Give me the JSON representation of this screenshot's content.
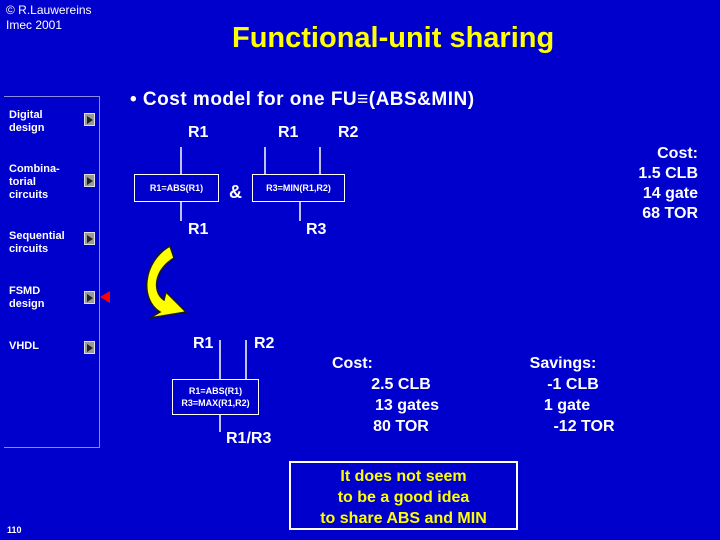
{
  "header": {
    "copyright_line1": "© R.Lauwereins",
    "copyright_line2": "Imec 2001",
    "title": "Functional-unit sharing"
  },
  "sidebar": {
    "items": [
      {
        "label_lines": [
          "Digital",
          "design"
        ]
      },
      {
        "label_lines": [
          "Combina-",
          "torial",
          "circuits"
        ]
      },
      {
        "label_lines": [
          "Sequential",
          "circuits"
        ]
      },
      {
        "label_lines": [
          "FSMD",
          "design"
        ]
      },
      {
        "label_lines": [
          "VHDL"
        ]
      }
    ]
  },
  "main": {
    "bullet": "• Cost model for one FU≡(ABS&MIN)",
    "before": {
      "in1": "R1",
      "in2": "R1",
      "in3": "R2",
      "box1": "R1=ABS(R1)",
      "amp": "&",
      "box2": "R3=MIN(R1,R2)",
      "out1": "R1",
      "out2": "R3",
      "cost_lines": [
        "Cost:",
        "1.5 CLB",
        "14 gate",
        "68 TOR"
      ]
    },
    "after": {
      "in1": "R1",
      "in2": "R2",
      "box_line1": "R1=ABS(R1)",
      "box_line2": "R3=MAX(R1,R2)",
      "out": "R1/R3",
      "cost_lines": [
        "Cost:",
        "2.5 CLB",
        "13 gates",
        "80 TOR"
      ],
      "savings_lines": [
        "Savings:",
        "-1 CLB",
        "1 gate",
        "-12 TOR"
      ]
    },
    "note_lines": [
      "It does not seem",
      "to be a good idea",
      "to share ABS and MIN"
    ]
  },
  "footer": {
    "page_number": "110"
  },
  "colors": {
    "background": "#0000cc",
    "title": "#ffff00",
    "text": "#ffffff",
    "marker": "#ff0000",
    "arrow": "#ffff00"
  }
}
